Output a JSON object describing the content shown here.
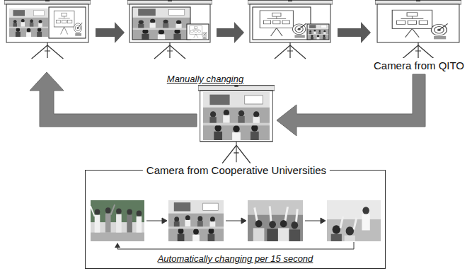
{
  "diagram": {
    "nodes": [
      {
        "text": [
          "Camera from QITO"
        ]
      },
      {
        "text": [
          "Camera from Cooperative Universities"
        ]
      },
      {
        "text": [
          "Automatically changing per 15 second"
        ]
      }
    ],
    "edges": [
      {
        "from": 0,
        "to": 1,
        "arrow": "to"
      }
    ],
    "labels": [
      "Manually changing"
    ]
  }
}
